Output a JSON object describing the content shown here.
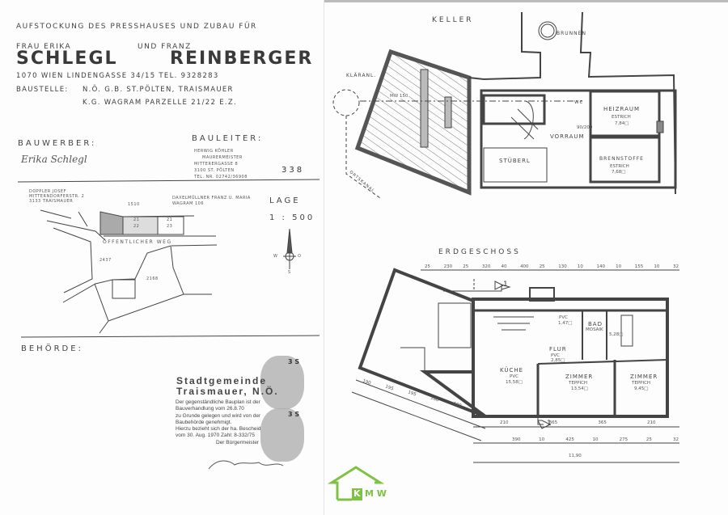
{
  "header": {
    "project": "AUFSTOCKUNG DES PRESSHAUSES UND ZUBAU FÜR",
    "owner1_first": "FRAU ERIKA",
    "connector": "UND  FRANZ",
    "owner1_last": "SCHLEGL",
    "owner2_last": "REINBERGER",
    "address": "1070 WIEN LINDENGASSE 34/15  TEL. 9328283",
    "site_label": "BAUSTELLE:",
    "site_line1": "N.Ö.  G.B. ST.PÖLTEN,  TRAISMAUER",
    "site_line2": "K.G. WAGRAM  PARZELLE  21/22 E.Z."
  },
  "bauwerber": {
    "label": "BAUWERBER:",
    "signature": "Erika Schlegl"
  },
  "bauleiter": {
    "label": "BAULEITER:",
    "lines": [
      "HERWIG KÖHLER",
      "MAURERMEISTER",
      "MITTERERGASSE 8",
      "3100 ST. PÖLTEN",
      "TEL. NR. 02742/36908"
    ],
    "number": "338"
  },
  "lage": {
    "label": "LAGE",
    "scale": "1 : 500",
    "neighbor_left": [
      "DOPPLER JOSEF",
      "MITTERNDORFERSTR. 2",
      "3133 TRAISMAUER"
    ],
    "neighbor_right": [
      "DAXELMÜLLNER FRANZ U. MARIA",
      "WAGRAM 106"
    ],
    "parcels": [
      "1510",
      "21",
      "22",
      "21",
      "23",
      "2437",
      "2168"
    ],
    "road": "ÖFFENTLICHER WEG",
    "compass": {
      "n": "N",
      "w": "W",
      "o": "O",
      "s": "S"
    }
  },
  "behoerde": {
    "label": "BEHÖRDE:",
    "stamp_title1": "Stadtgemeinde",
    "stamp_title2": "Traismauer, N.Ö.",
    "stamp_lines": [
      "Der gegenständliche Bauplan ist der",
      "Bauverhandlung vom 26.8.70",
      "zu Grunde gelegen und wird von der",
      "Baubehörde genehmigt.",
      "Hierzu bezieht sich der ha. Bescheid",
      "vom 30. Aug. 1970   Zahl: 8-332/75",
      "Der Bürgermeister"
    ],
    "stamp_value": "3 S"
  },
  "keller": {
    "title": "KELLER",
    "labels": {
      "brunnen": "BRUNNEN",
      "klaranl": "KLÄRANL.",
      "ortskanal": "ORTSKANAL",
      "wc": "WC",
      "heizraum": "HEIZRAUM",
      "heiz_floor": "ESTRICH",
      "heiz_area": "7,84□",
      "vorraum": "VORRAUM",
      "stueberl": "STÜBERL",
      "brennstoffe": "BRENNSTOFFE",
      "brenn_floor": "ESTRICH",
      "brenn_area": "7,68□",
      "door": "90/200",
      "mw": "MW 150"
    }
  },
  "erdgeschoss": {
    "title": "ERDGESCHOSS",
    "rooms": {
      "kueche": "KÜCHE",
      "kueche_floor": "PVC",
      "kueche_area": "15,58□",
      "flur": "FLUR",
      "flur_floor": "PVC",
      "flur_area": "2,85□",
      "bad": "BAD",
      "bad_floor": "MOSAIK",
      "bad_area": "5,28□",
      "wc_floor": "PVC",
      "wc_area": "1,47□",
      "zimmer1": "ZIMMER",
      "zimmer1_floor": "TEPPICH",
      "zimmer1_area": "13,54□",
      "zimmer2": "ZIMMER",
      "zimmer2_floor": "TEPPICH",
      "zimmer2_area": "9,45□"
    },
    "section": "1",
    "top_dims": [
      "25",
      "230",
      "25",
      "320",
      "40",
      "400",
      "25",
      "130",
      "10",
      "140",
      "10",
      "155",
      "10",
      "32"
    ],
    "bottom_dims1": [
      "210",
      "365",
      "365",
      "210"
    ],
    "bottom_dims2": [
      "390",
      "10",
      "425",
      "10",
      "275",
      "25",
      "32"
    ],
    "total": "11,90",
    "side_dims": [
      "190",
      "195",
      "195",
      "180",
      "690"
    ]
  },
  "logo": {
    "text_k": "K",
    "text_mw": "M W",
    "color": "#7dc242"
  }
}
